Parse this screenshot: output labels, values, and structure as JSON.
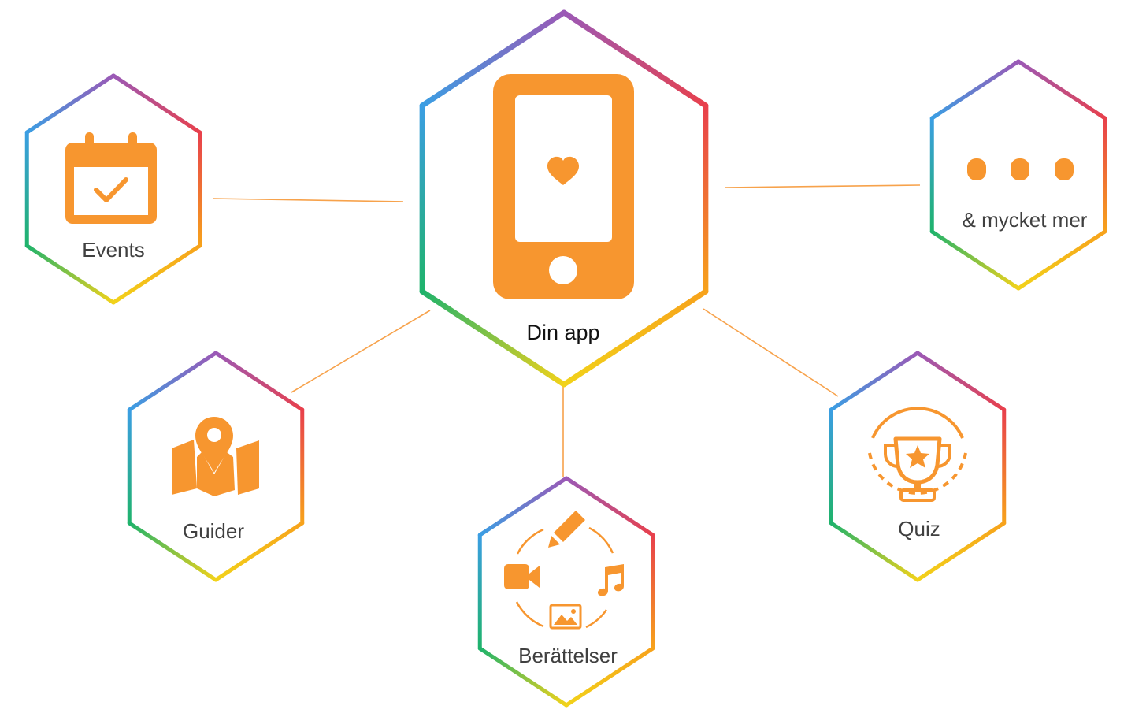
{
  "diagram": {
    "center": {
      "label": "Din app",
      "icon": "smartphone-heart-icon"
    },
    "nodes": [
      {
        "label": "Events",
        "icon": "calendar-check-icon"
      },
      {
        "label": "& mycket mer",
        "icon": "ellipsis-icon"
      },
      {
        "label": "Guider",
        "icon": "map-pin-icon"
      },
      {
        "label": "Berättelser",
        "icon": "media-cycle-icon"
      },
      {
        "label": "Quiz",
        "icon": "trophy-star-icon"
      }
    ],
    "colors": {
      "icon": "#f7962f",
      "connector": "#f7a24b",
      "text": "#404040",
      "rainbow": [
        "#9b59b6",
        "#e74c3c",
        "#f39c12",
        "#f1c40f",
        "#27ae60",
        "#3498db"
      ]
    }
  }
}
